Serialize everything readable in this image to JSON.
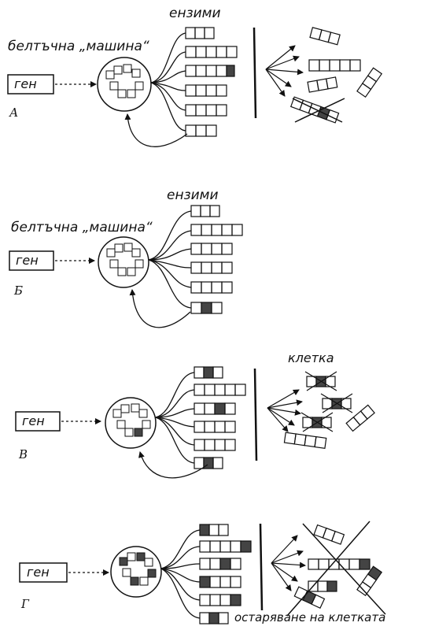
{
  "panels": [
    {
      "letter": "А",
      "gene_label": "ген",
      "machine_label": "белтъчна „машина“",
      "enzymes_label": "ензими",
      "side_label": ""
    },
    {
      "letter": "Б",
      "gene_label": "ген",
      "machine_label": "белтъчна „машина“",
      "enzymes_label": "ензими",
      "side_label": ""
    },
    {
      "letter": "В",
      "gene_label": "ген",
      "machine_label": "",
      "enzymes_label": "",
      "side_label": "клетка"
    },
    {
      "letter": "Г",
      "gene_label": "ген",
      "machine_label": "",
      "enzymes_label": "",
      "side_label": "остаряване на клетката"
    }
  ]
}
